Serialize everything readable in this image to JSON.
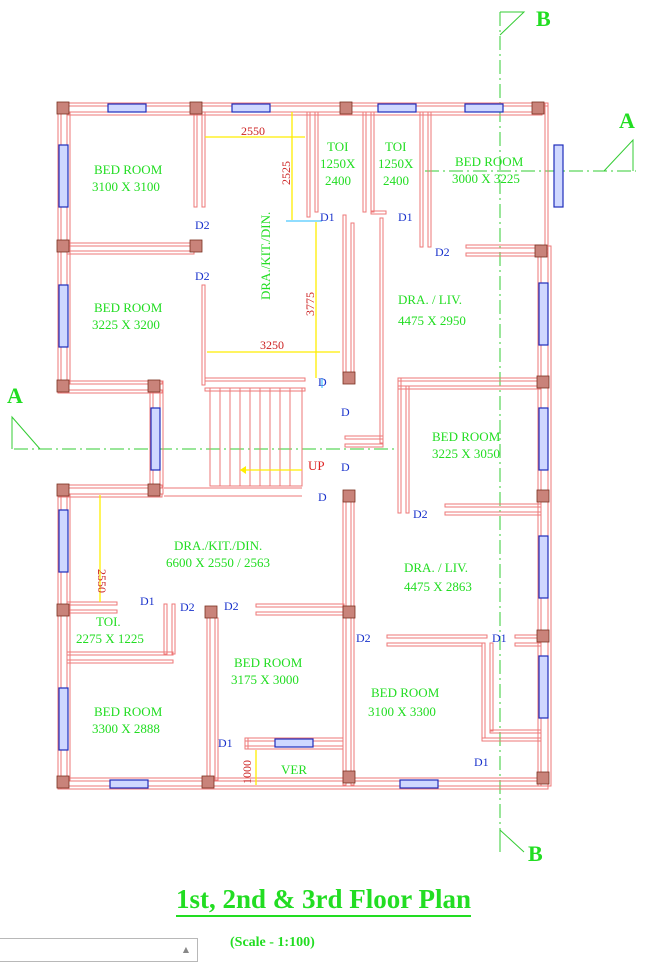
{
  "title": "1st, 2nd & 3rd Floor Plan",
  "scale": "(Scale - 1:100)",
  "section_markers": {
    "a": "A",
    "b": "B"
  },
  "rooms": [
    {
      "name": "BED ROOM",
      "size": "3100 X 3100"
    },
    {
      "name": "BED ROOM",
      "size": "3225 X 3200"
    },
    {
      "name": "TOI",
      "size": "1250X",
      "size2": "2400"
    },
    {
      "name": "TOI",
      "size": "1250X",
      "size2": "2400"
    },
    {
      "name": "BED ROOM",
      "size": "3000 X 3225"
    },
    {
      "name": "DRA. / LIV.",
      "size": "4475 X 2950"
    },
    {
      "name": "BED ROOM",
      "size": "3225 X 3050"
    },
    {
      "name": "DRA./KIT./DIN.",
      "size": "6600 X 2550 / 2563"
    },
    {
      "name": "DRA. / LIV.",
      "size": "4475 X 2863"
    },
    {
      "name": "TOI.",
      "size": "2275 X 1225"
    },
    {
      "name": "BED ROOM",
      "size": "3175 X 3000"
    },
    {
      "name": "BED ROOM",
      "size": "3300 X 2888"
    },
    {
      "name": "BED ROOM",
      "size": "3100 X 3300"
    },
    {
      "name": "VER"
    },
    {
      "name": "DRA./KIT./DIN."
    }
  ],
  "stair_label": "UP",
  "doors": [
    "D2",
    "D2",
    "D1",
    "D1",
    "D2",
    "D",
    "D",
    "D",
    "D",
    "D2",
    "D1",
    "D2",
    "D2",
    "D2",
    "D1",
    "D1",
    "D1"
  ],
  "dimensions": [
    "2550",
    "2525",
    "3775",
    "3250",
    "2550",
    "1000"
  ]
}
